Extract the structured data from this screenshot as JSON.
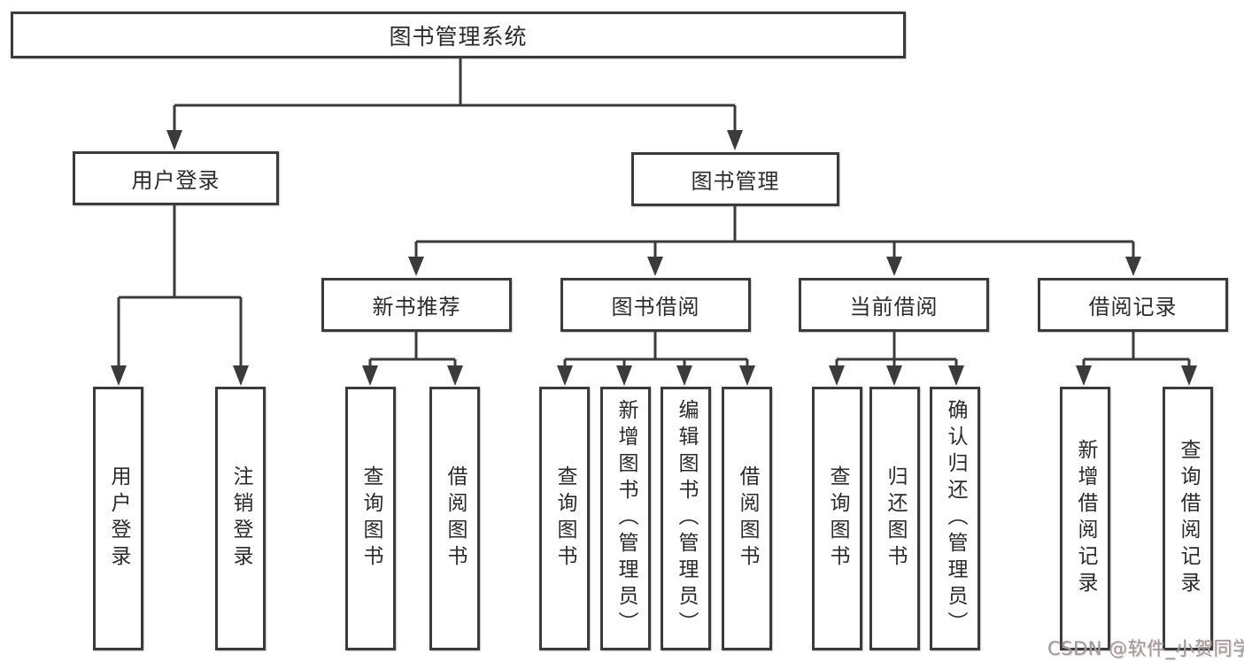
{
  "tree": {
    "root": {
      "label": "图书管理系统",
      "children": [
        {
          "label": "用户登录",
          "children": [
            {
              "label": "用户登录"
            },
            {
              "label": "注销登录"
            }
          ]
        },
        {
          "label": "图书管理",
          "children": [
            {
              "label": "新书推荐",
              "children": [
                {
                  "label": "查询图书"
                },
                {
                  "label": "借阅图书"
                }
              ]
            },
            {
              "label": "图书借阅",
              "children": [
                {
                  "label": "查询图书"
                },
                {
                  "label": "新增图书（管理员）"
                },
                {
                  "label": "编辑图书（管理员）"
                },
                {
                  "label": "借阅图书"
                }
              ]
            },
            {
              "label": "当前借阅",
              "children": [
                {
                  "label": "查询图书"
                },
                {
                  "label": "归还图书"
                },
                {
                  "label": "确认归还（管理员）"
                }
              ]
            },
            {
              "label": "借阅记录",
              "children": [
                {
                  "label": "新增借阅记录"
                },
                {
                  "label": "查询借阅记录"
                }
              ]
            }
          ]
        }
      ]
    }
  },
  "watermark": {
    "text": "CSDN @软件_小贺同学"
  },
  "colors": {
    "line": "#3b3b3b",
    "text": "#2b2b2b",
    "watermark": "#9b9b9b",
    "background": "#ffffff"
  }
}
